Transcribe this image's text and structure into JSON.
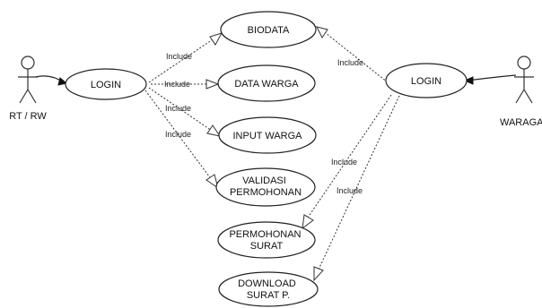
{
  "actors": {
    "left": {
      "label": "RT / RW"
    },
    "right": {
      "label": "WARAGA"
    }
  },
  "use_cases": {
    "login_left": [
      "LOGIN"
    ],
    "login_right": [
      "LOGIN"
    ],
    "biodata": [
      "BIODATA"
    ],
    "data_warga": [
      "DATA WARGA"
    ],
    "input_warga": [
      "INPUT WARGA"
    ],
    "validasi": [
      "VALIDASI",
      "PERMOHONAN"
    ],
    "permohonan": [
      "PERMOHONAN",
      "SURAT"
    ],
    "download": [
      "DOWNLOAD",
      "SURAT P."
    ]
  },
  "relations": {
    "include_biodata_left": "Include",
    "include_data_warga": "Include",
    "include_input_warga": "Include",
    "include_validasi": "Include",
    "include_biodata_right": "Include",
    "include_permohonan": "Include",
    "include_download": "Include"
  }
}
